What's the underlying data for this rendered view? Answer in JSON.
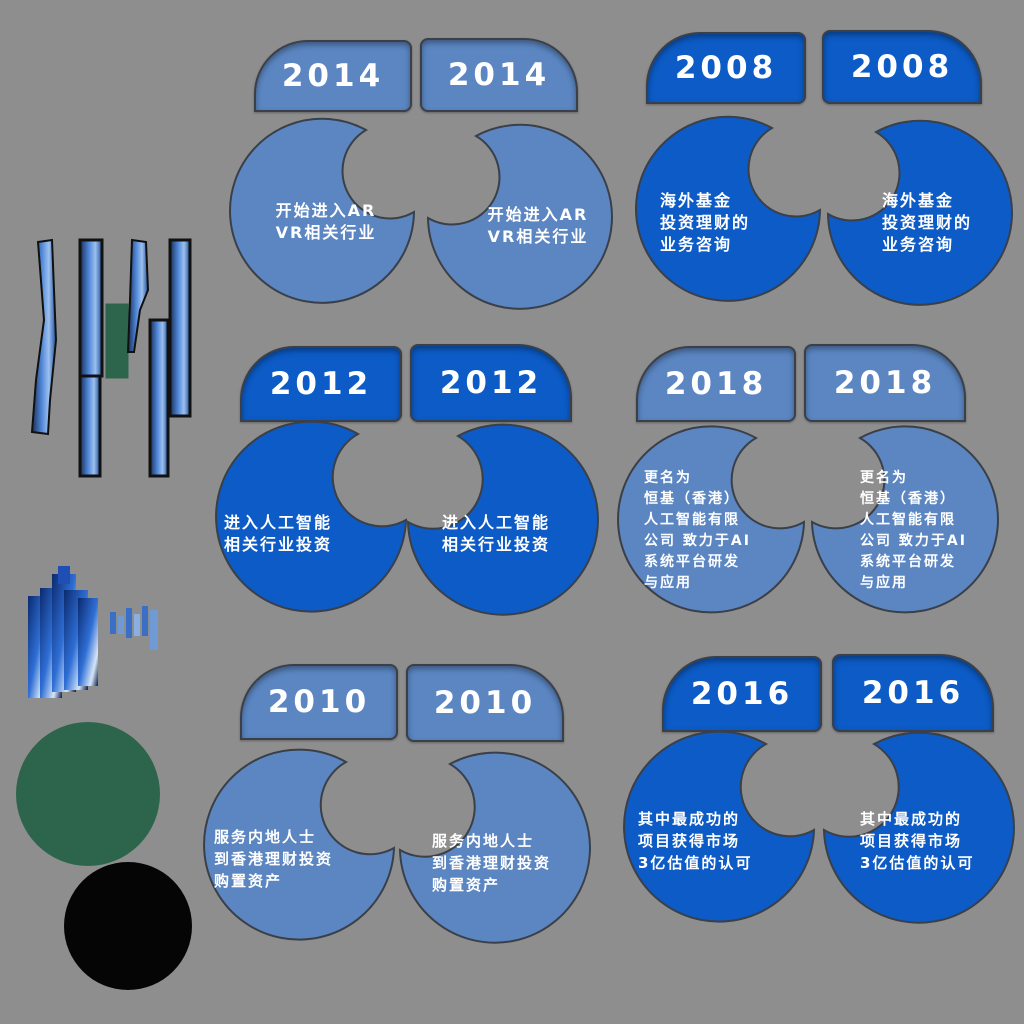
{
  "colors": {
    "background": "#8e8e8e",
    "light_blue": "#5b86c2",
    "dark_blue": "#0c5bc6",
    "green": "#2d654c",
    "black": "#050505"
  },
  "timeline": [
    {
      "id": "2014",
      "year_left": "2014",
      "year_right": "2014",
      "text_left": "开始进入AR\nVR相关行业",
      "text_right": "开始进入AR\nVR相关行业",
      "tone": "light"
    },
    {
      "id": "2008",
      "year_left": "2008",
      "year_right": "2008",
      "text_left": "海外基金\n投资理财的\n业务咨询",
      "text_right": "海外基金\n投资理财的\n业务咨询",
      "tone": "dark"
    },
    {
      "id": "2012",
      "year_left": "2012",
      "year_right": "2012",
      "text_left": "进入人工智能\n相关行业投资",
      "text_right": "进入人工智能\n相关行业投资",
      "tone": "dark"
    },
    {
      "id": "2018",
      "year_left": "2018",
      "year_right": "2018",
      "text_left": "更名为\n恒基（香港）\n人工智能有限\n公司 致力于AI\n系统平台研发\n与应用",
      "text_right": "更名为\n恒基（香港）\n人工智能有限\n公司 致力于AI\n系统平台研发\n与应用",
      "tone": "light"
    },
    {
      "id": "2010",
      "year_left": "2010",
      "year_right": "2010",
      "text_left": "服务内地人士\n到香港理财投资\n购置资产",
      "text_right": "服务内地人士\n到香港理财投资\n购置资产",
      "tone": "light"
    },
    {
      "id": "2016",
      "year_left": "2016",
      "year_right": "2016",
      "text_left": "其中最成功的\n项目获得市场\n3亿估值的认可",
      "text_right": "其中最成功的\n项目获得市场\n3亿估值的认可",
      "tone": "dark"
    }
  ]
}
